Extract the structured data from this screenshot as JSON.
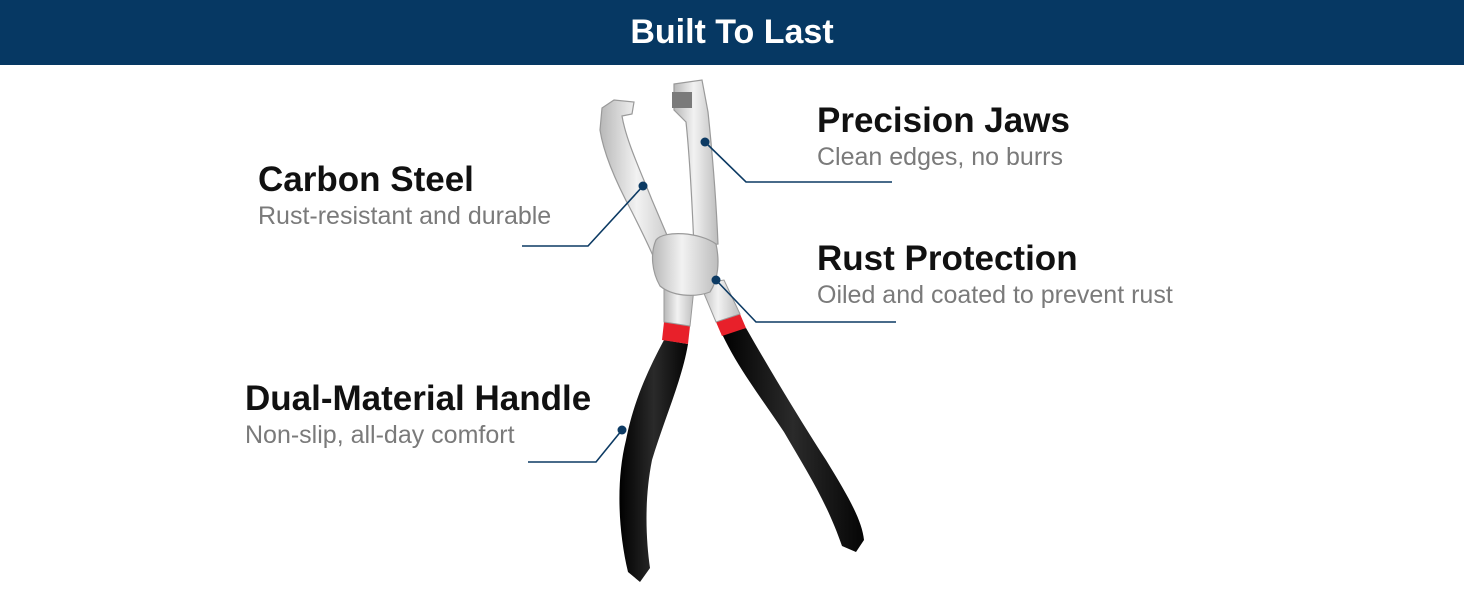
{
  "banner": {
    "title": "Built To Last"
  },
  "colors": {
    "banner": "#063863",
    "leader_line": "#0c3a63",
    "handle": "#151515",
    "grip_band": "#e8202a",
    "steel": "#d9d9d9"
  },
  "features": {
    "carbon_steel": {
      "title": "Carbon Steel",
      "desc": "Rust-resistant and durable"
    },
    "precision_jaws": {
      "title": "Precision Jaws",
      "desc": "Clean edges, no burrs"
    },
    "rust_protection": {
      "title": "Rust Protection",
      "desc": "Oiled and coated to prevent rust"
    },
    "handle": {
      "title": "Dual-Material Handle",
      "desc": "Non-slip, all-day comfort"
    }
  }
}
